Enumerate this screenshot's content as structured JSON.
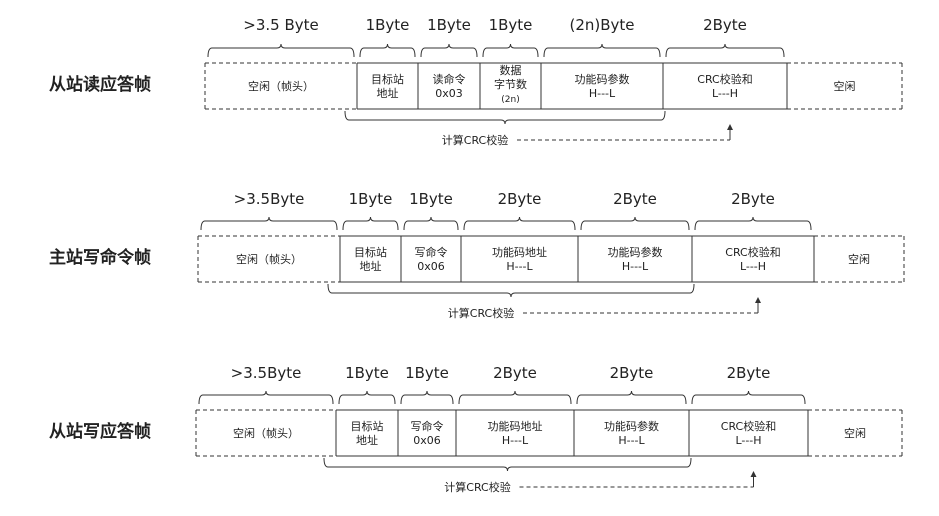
{
  "colors": {
    "line": "#333333",
    "text": "#222222",
    "background": "#ffffff"
  },
  "frames": [
    {
      "name": "从站读应答帧",
      "crc_label": "计算CRC校验",
      "fields": [
        {
          "size": ">3.5 Byte",
          "lines": [
            "空闲（帧头）"
          ],
          "dashed": true
        },
        {
          "size": "1Byte",
          "lines": [
            "目标站",
            "地址"
          ]
        },
        {
          "size": "1Byte",
          "lines": [
            "读命令",
            "0x03"
          ]
        },
        {
          "size": "1Byte",
          "lines": [
            "数据",
            "字节数",
            "(2n)"
          ]
        },
        {
          "size": "(2n)Byte",
          "lines": [
            "功能码参数",
            "H---L"
          ]
        },
        {
          "size": "2Byte",
          "lines": [
            "CRC校验和",
            "L---H"
          ]
        },
        {
          "size": "",
          "lines": [
            "空闲"
          ],
          "dashed": true
        }
      ]
    },
    {
      "name": "主站写命令帧",
      "crc_label": "计算CRC校验",
      "fields": [
        {
          "size": ">3.5Byte",
          "lines": [
            "空闲（帧头）"
          ],
          "dashed": true
        },
        {
          "size": "1Byte",
          "lines": [
            "目标站",
            "地址"
          ]
        },
        {
          "size": "1Byte",
          "lines": [
            "写命令",
            "0x06"
          ]
        },
        {
          "size": "2Byte",
          "lines": [
            "功能码地址",
            "H---L"
          ]
        },
        {
          "size": "2Byte",
          "lines": [
            "功能码参数",
            "H---L"
          ]
        },
        {
          "size": "2Byte",
          "lines": [
            "CRC校验和",
            "L---H"
          ]
        },
        {
          "size": "",
          "lines": [
            "空闲"
          ],
          "dashed": true
        }
      ]
    },
    {
      "name": "从站写应答帧",
      "crc_label": "计算CRC校验",
      "fields": [
        {
          "size": ">3.5Byte",
          "lines": [
            "空闲（帧头）"
          ],
          "dashed": true
        },
        {
          "size": "1Byte",
          "lines": [
            "目标站",
            "地址"
          ]
        },
        {
          "size": "1Byte",
          "lines": [
            "写命令",
            "0x06"
          ]
        },
        {
          "size": "2Byte",
          "lines": [
            "功能码地址",
            "H---L"
          ]
        },
        {
          "size": "2Byte",
          "lines": [
            "功能码参数",
            "H---L"
          ]
        },
        {
          "size": "2Byte",
          "lines": [
            "CRC校验和",
            "L---H"
          ]
        },
        {
          "size": "",
          "lines": [
            "空闲"
          ],
          "dashed": true
        }
      ]
    }
  ]
}
